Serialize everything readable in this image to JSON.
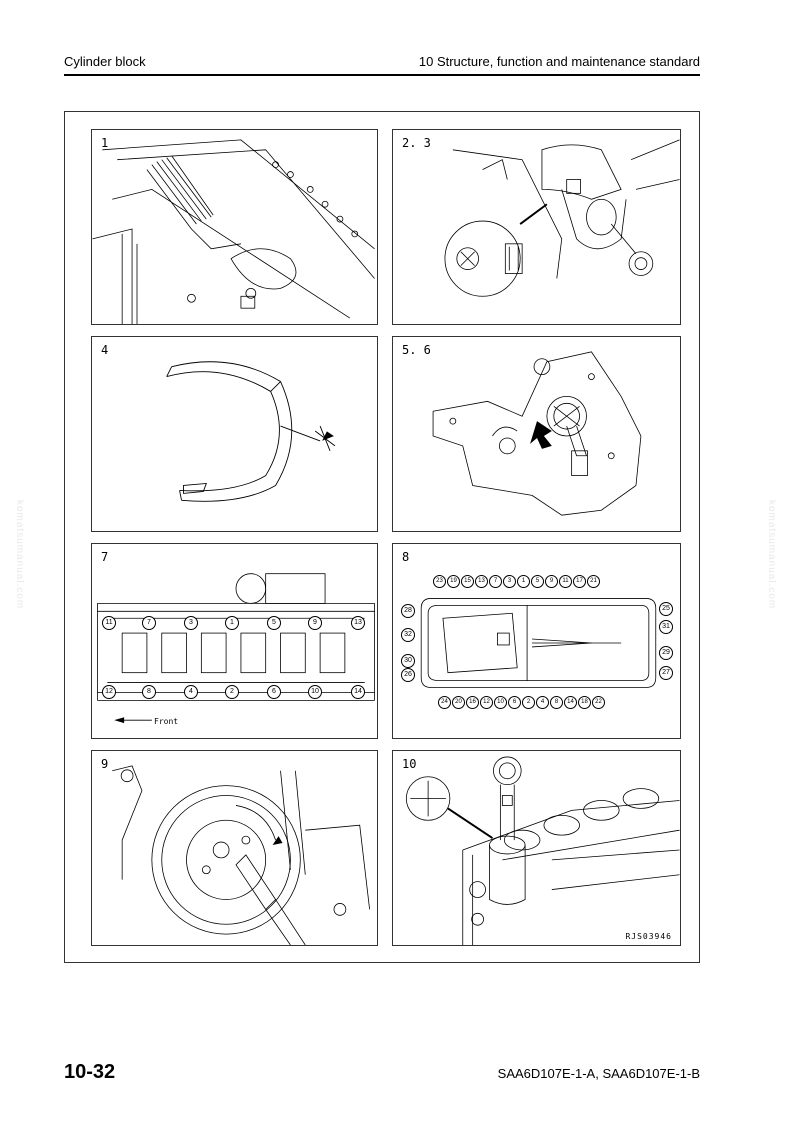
{
  "header": {
    "section_title": "Cylinder block",
    "chapter_title": "10 Structure, function and maintenance standard"
  },
  "panels": [
    {
      "label": "1"
    },
    {
      "label": "2. 3"
    },
    {
      "label": "4"
    },
    {
      "label": "5. 6"
    },
    {
      "label": "7"
    },
    {
      "label": "8"
    },
    {
      "label": "9"
    },
    {
      "label": "10"
    }
  ],
  "panel7": {
    "front_label": "Front",
    "top_numbers": [
      "11",
      "7",
      "3",
      "1",
      "5",
      "9",
      "13"
    ],
    "bottom_numbers": [
      "12",
      "8",
      "4",
      "2",
      "6",
      "10",
      "14"
    ]
  },
  "panel8": {
    "top_sequence": [
      "23",
      "19",
      "15",
      "13",
      "7",
      "3",
      "1",
      "5",
      "9",
      "11",
      "17",
      "21"
    ],
    "bottom_sequence": [
      "24",
      "20",
      "16",
      "12",
      "10",
      "6",
      "2",
      "4",
      "8",
      "14",
      "18",
      "22"
    ],
    "left_numbers": [
      "28",
      "32",
      "30",
      "26"
    ],
    "right_numbers": [
      "25",
      "31",
      "29",
      "27"
    ]
  },
  "figure_code": "RJS03946",
  "footer": {
    "page_number": "10-32",
    "model": "SAA6D107E-1-A, SAA6D107E-1-B"
  },
  "watermark": "komatsumanual.com"
}
